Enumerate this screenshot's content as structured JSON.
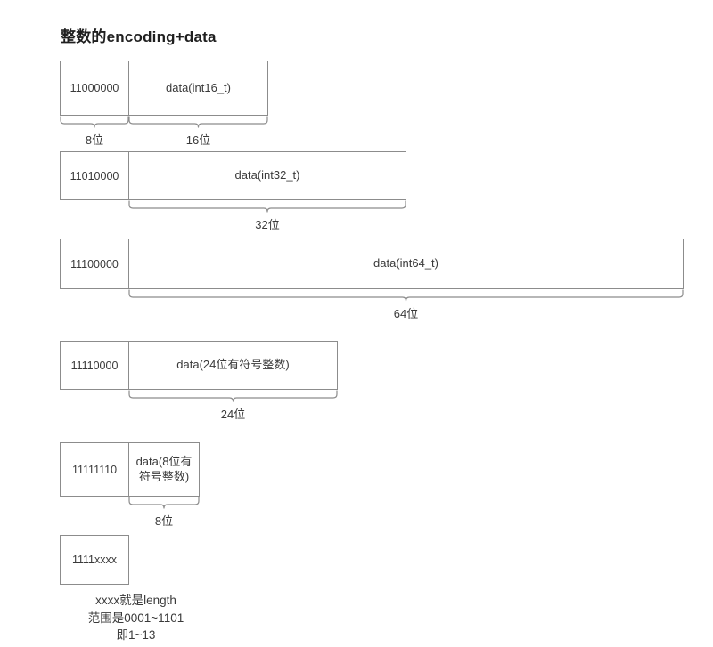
{
  "title": "整数的encoding+data",
  "colors": {
    "background": "#ffffff",
    "border": "#8c8c8c",
    "text": "#3a3a3a",
    "title_text": "#1f1f1f"
  },
  "rows": [
    {
      "id": "int16",
      "encoding": "11000000",
      "data": "data(int16_t)",
      "braces": [
        {
          "label": "8位",
          "target": "encoding"
        },
        {
          "label": "16位",
          "target": "data"
        }
      ]
    },
    {
      "id": "int32",
      "encoding": "11010000",
      "data": "data(int32_t)",
      "braces": [
        {
          "label": "32位",
          "target": "data"
        }
      ]
    },
    {
      "id": "int64",
      "encoding": "11100000",
      "data": "data(int64_t)",
      "braces": [
        {
          "label": "64位",
          "target": "data"
        }
      ]
    },
    {
      "id": "int24",
      "encoding": "11110000",
      "data": "data(24位有符号整数)",
      "braces": [
        {
          "label": "24位",
          "target": "data"
        }
      ]
    },
    {
      "id": "int8",
      "encoding": "11111110",
      "data": "data(8位有符号整数)",
      "braces": [
        {
          "label": "8位",
          "target": "data"
        }
      ]
    },
    {
      "id": "length",
      "encoding": "1111xxxx",
      "data": null,
      "braces": []
    }
  ],
  "caption": {
    "line1": "xxxx就是length",
    "line2": "范围是0001~1101",
    "line3": "即1~13"
  }
}
